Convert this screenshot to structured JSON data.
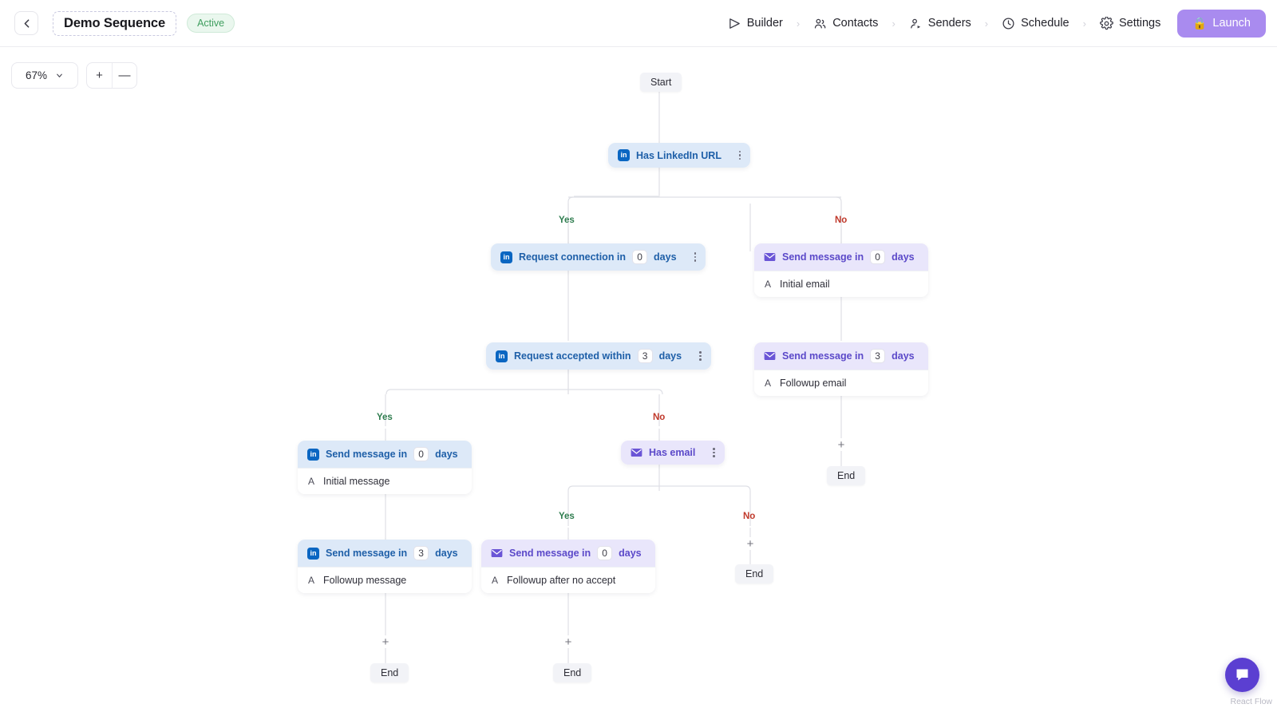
{
  "header": {
    "back_icon": "chevron-left-icon",
    "sequence_name": "Demo Sequence",
    "status": "Active",
    "nav": [
      {
        "label": "Builder",
        "icon": "send-icon"
      },
      {
        "label": "Contacts",
        "icon": "users-icon"
      },
      {
        "label": "Senders",
        "icon": "user-send-icon"
      },
      {
        "label": "Schedule",
        "icon": "clock-icon"
      },
      {
        "label": "Settings",
        "icon": "gear-icon"
      }
    ],
    "nav_separator": "›",
    "launch_label": "Launch",
    "launch_icon": "🔒",
    "launch_color": "#a98bef"
  },
  "zoom_controls": {
    "level": "67%",
    "chevron": "⌄",
    "plus": "+",
    "minus": "—"
  },
  "canvas": {
    "start_label": "Start",
    "end_label": "End",
    "plus_label": "+",
    "branch_yes": "Yes",
    "branch_no": "No",
    "colors": {
      "linkedin": "#0a66c2",
      "linkedin_bg": "#dde9f8",
      "email": "#5b49c9",
      "email_bg": "#e9e6fb",
      "yes": "#2f7d4f",
      "no": "#c0392b",
      "terminal_bg": "#f2f3f7"
    },
    "nodes": {
      "has_linkedin_url": {
        "title": "Has LinkedIn URL",
        "type": "linkedin",
        "icon": "linkedin-icon"
      },
      "request_connection": {
        "title": "Request connection in",
        "days": "0",
        "unit": "days",
        "type": "linkedin",
        "icon": "linkedin-icon"
      },
      "initial_email": {
        "title": "Send message in",
        "days": "0",
        "unit": "days",
        "body": "Initial email",
        "badge": "A",
        "type": "email",
        "icon": "envelope-icon"
      },
      "request_accepted": {
        "title": "Request accepted within",
        "days": "3",
        "unit": "days",
        "type": "linkedin",
        "icon": "linkedin-icon"
      },
      "followup_email": {
        "title": "Send message in",
        "days": "3",
        "unit": "days",
        "body": "Followup email",
        "badge": "A",
        "type": "email",
        "icon": "envelope-icon"
      },
      "initial_message": {
        "title": "Send message in",
        "days": "0",
        "unit": "days",
        "body": "Initial message",
        "badge": "A",
        "type": "linkedin",
        "icon": "linkedin-icon"
      },
      "has_email": {
        "title": "Has email",
        "type": "email",
        "icon": "envelope-icon"
      },
      "followup_message": {
        "title": "Send message in",
        "days": "3",
        "unit": "days",
        "body": "Followup message",
        "badge": "A",
        "type": "linkedin",
        "icon": "linkedin-icon"
      },
      "followup_no_accept": {
        "title": "Send message in",
        "days": "0",
        "unit": "days",
        "body": "Followup after no accept",
        "badge": "A",
        "type": "email",
        "icon": "envelope-icon"
      }
    }
  },
  "chat_widget": {
    "icon": "chat-bubble-icon"
  },
  "attribution": "React Flow"
}
